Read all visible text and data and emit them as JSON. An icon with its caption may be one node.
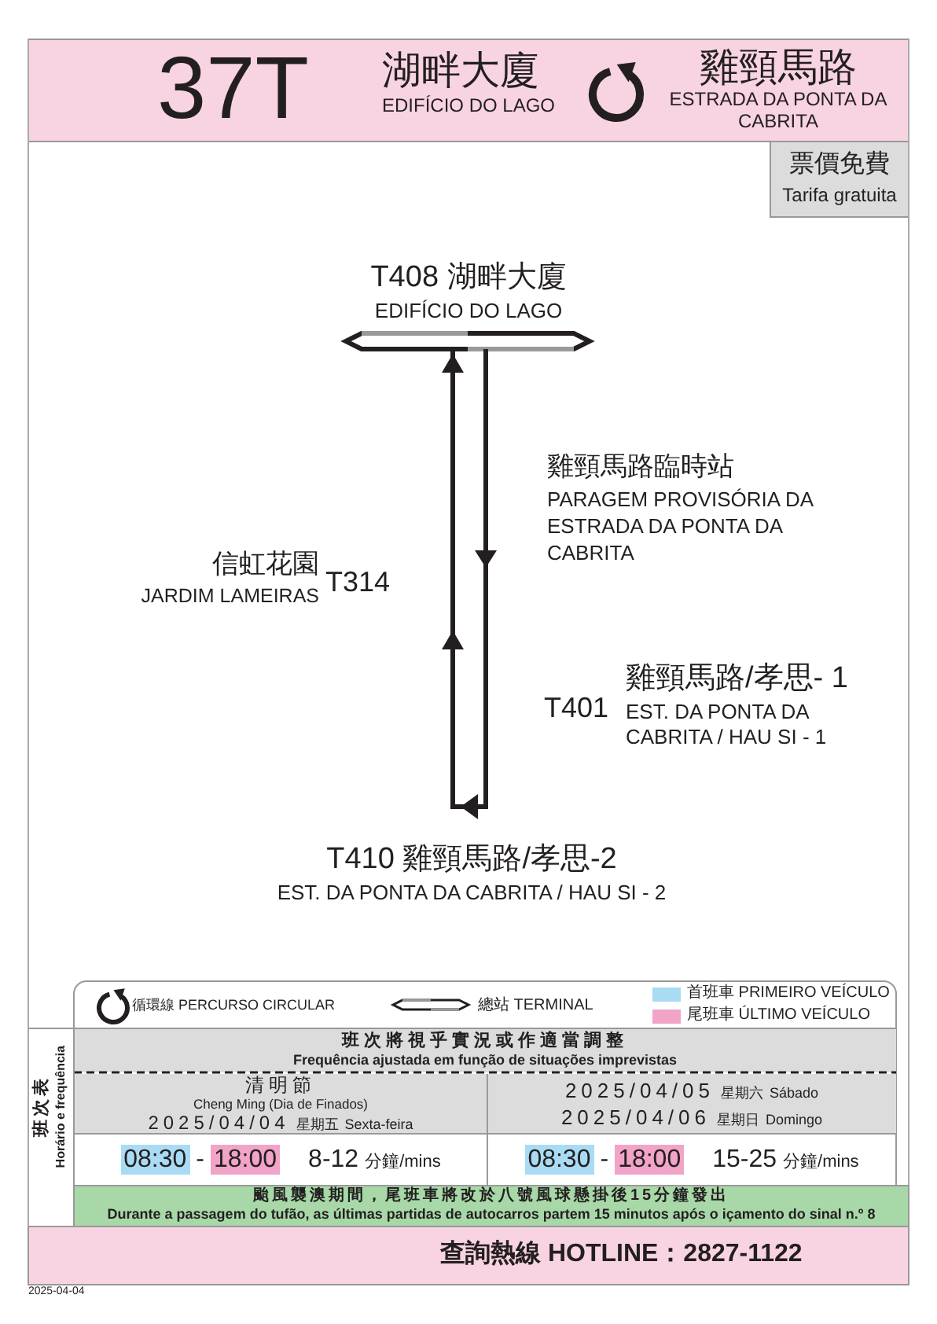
{
  "diagram": {
    "labels": [
      "37T",
      "湖畔大廈",
      "EDIFÍCIO DO LAGO",
      "雞頸馬路",
      "ESTRADA DA PONTA DA CABRITA",
      "票價免費",
      "Tarifa gratuita",
      "T408 湖畔大廈",
      "EDIFÍCIO DO LAGO",
      "雞頸馬路臨時站",
      "PARAGEM PROVISÓRIA DA ESTRADA DA PONTA DA CABRITA",
      "信虹花園",
      "JARDIM LAMEIRAS",
      "T314",
      "雞頸馬路/孝思- 1",
      "T401",
      "EST. DA PONTA DA CABRITA / HAU SI - 1",
      "T410 雞頸馬路/孝思-2",
      "EST. DA PONTA DA CABRITA / HAU SI - 2",
      "班次表",
      "Horário e frequência",
      "班次將視乎實況或作適當調整",
      "Frequência ajustada em função de situações imprevistas",
      "清明節",
      "Cheng Ming (Dia de Finados)",
      "2025/04/04",
      "星期五",
      "Sexta-feira",
      "2025/04/05",
      "星期六",
      "Sábado",
      "2025/04/06",
      "星期日",
      "Domingo",
      "08:30",
      "-",
      "18:00",
      "8-12",
      "分鐘/mins",
      "08:30",
      "-",
      "18:00",
      "15-25",
      "分鐘/mins",
      "颱風襲澳期間，尾班車將改於八號風球懸掛後15分鐘發出",
      "Durante a passagem do tufão, as últimas partidas de autocarros partem 15 minutos após o içamento do sinal n.º 8",
      "查詢熱線 HOTLINE：2827-1122",
      "2025-04-04"
    ],
    "legend": [
      {
        "text": "循環線 PERCURSO CIRCULAR"
      },
      {
        "text": "總站 TERMINAL"
      },
      {
        "text": "首班車 PRIMEIRO VEÍCULO",
        "color": "#a9dcf4"
      },
      {
        "text": "尾班車 ÚLTIMO VEÍCULO",
        "color": "#f2a3c8"
      }
    ]
  }
}
